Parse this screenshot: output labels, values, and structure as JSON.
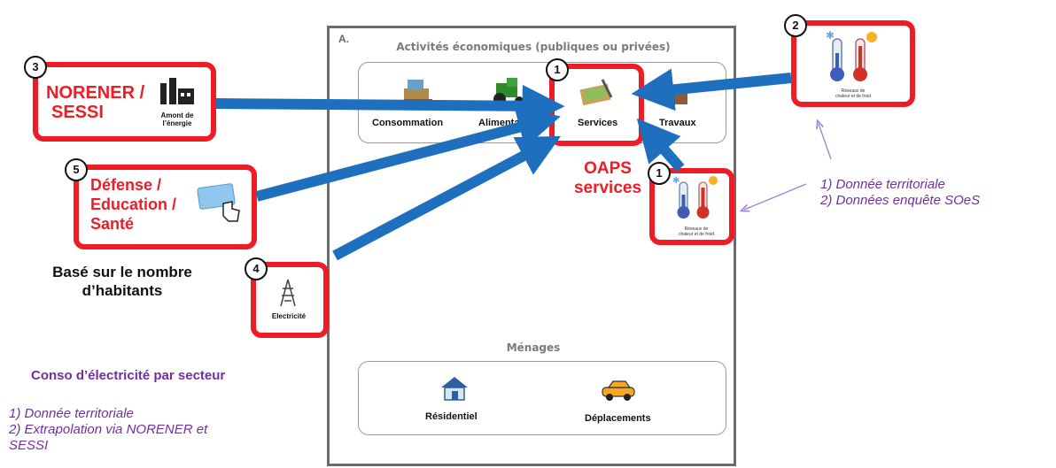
{
  "panel": {
    "letter": "A.",
    "activities_title": "Activités économiques (publiques ou privées)",
    "menages_title": "Ménages"
  },
  "activities": {
    "consommation": "Consommation",
    "alimentation": "Alimentation",
    "services": "Services",
    "travaux": "Travaux"
  },
  "menages": {
    "residentiel": "Résidentiel",
    "deplacements": "Déplacements"
  },
  "norener": {
    "number": "3",
    "title_line1": "NORENER /",
    "title_line2": "SESSI",
    "caption_line1": "Amont de",
    "caption_line2": "l’énergie"
  },
  "defense": {
    "number": "5",
    "line1": "Défense /",
    "line2": "Education /",
    "line3": "Santé",
    "note_line1": "Basé sur le nombre",
    "note_line2": "d’habitants"
  },
  "electricite": {
    "number": "4",
    "label": "Electricité"
  },
  "services_badge": {
    "number": "1"
  },
  "oaps": {
    "line1": "OAPS",
    "line2": "services"
  },
  "reseau_top": {
    "number": "2",
    "caption_line1": "Réseaux de",
    "caption_line2": "chaleur et de froid"
  },
  "reseau_right": {
    "number": "1",
    "caption_line1": "Réseaux de",
    "caption_line2": "chaleur et de froid"
  },
  "right_notes": {
    "item1": "1)  Donnée territoriale",
    "item2": "2)  Données enquête SOeS"
  },
  "bottom_left": {
    "title": "Conso d’électricité par secteur",
    "item1": "1)  Donnée territoriale",
    "item2_line1": "2)  Extrapolation via NORENER et",
    "item2_line2": "SESSI"
  },
  "colors": {
    "red": "#ee1c25",
    "arrow_blue": "#1f6fbf",
    "purple": "#7030a0"
  }
}
